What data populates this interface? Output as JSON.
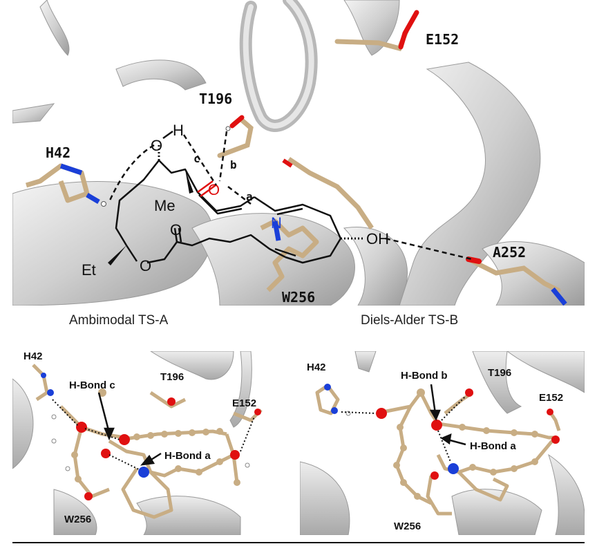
{
  "captions": {
    "left": "Ambimodal TS-A",
    "right": "Diels-Alder TS-B"
  },
  "top_panel": {
    "residues": {
      "e152": "E152",
      "t196": "T196",
      "h42": "H42",
      "a252": "A252",
      "w256": "W256"
    },
    "atoms": {
      "o_hydroxyl": "O",
      "h_hydroxyl": "H",
      "o_carbonyl": "O",
      "o_ester": "O",
      "o_ester_ring": "O",
      "n_indole": "N",
      "oh_group": "OH"
    },
    "substituents": {
      "me": "Me",
      "et": "Et"
    },
    "bond_labels": {
      "a": "a",
      "b": "b",
      "c": "c"
    }
  },
  "bottom_left": {
    "labels": {
      "h42": "H42",
      "t196": "T196",
      "e152": "E152",
      "w256": "W256",
      "hbond_c": "H-Bond c",
      "hbond_a": "H-Bond a"
    }
  },
  "bottom_right": {
    "labels": {
      "h42": "H42",
      "t196": "T196",
      "e152": "E152",
      "w256": "W256",
      "hbond_b": "H-Bond b",
      "hbond_a": "H-Bond a"
    }
  },
  "colors": {
    "carbon": "#c8ad84",
    "oxygen": "#e01010",
    "nitrogen": "#1a3fd8",
    "ribbon": "#d8d8d8",
    "bond_black": "#111111"
  }
}
